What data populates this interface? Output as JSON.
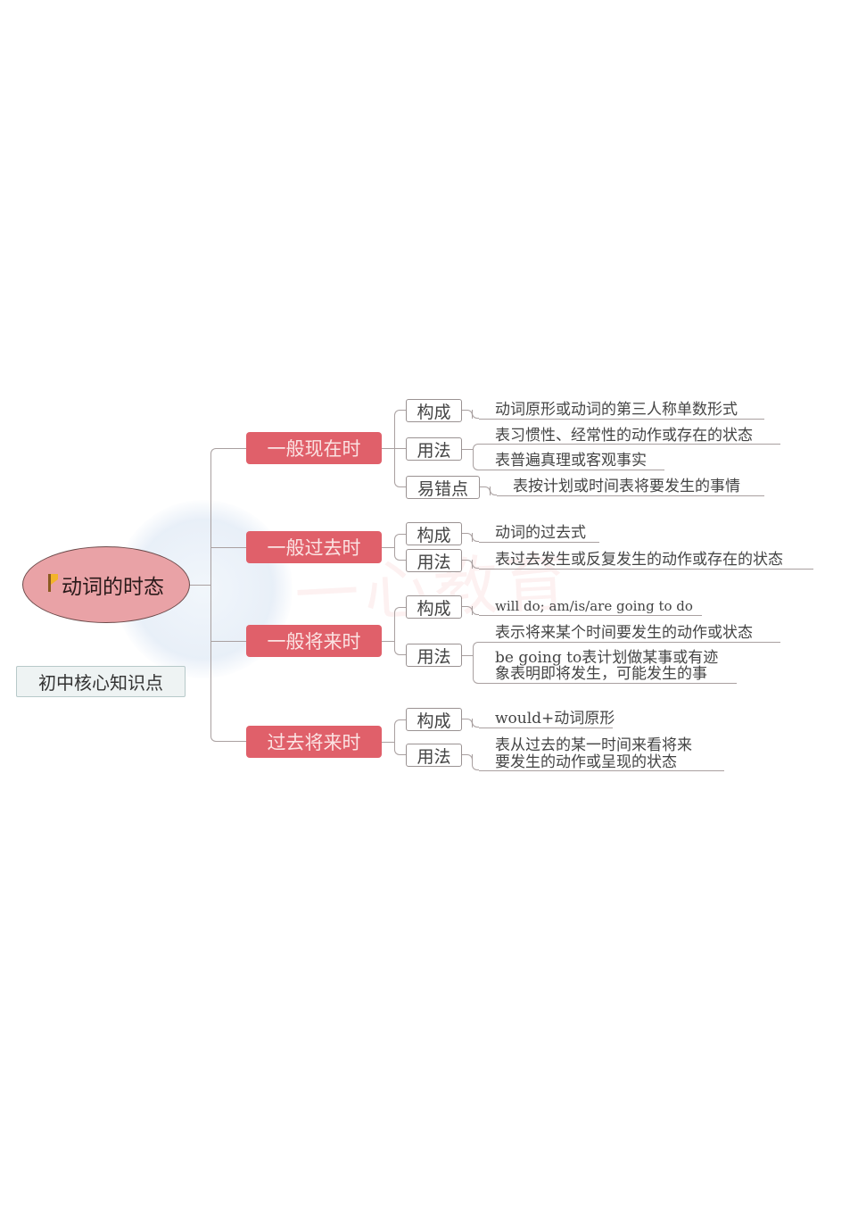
{
  "root": {
    "label": "动词的时态",
    "icon": "flag-icon"
  },
  "tag": {
    "label": "初中核心知识点"
  },
  "colors": {
    "tense_fill": "#e0606a",
    "root_fill": "#e9a2a6",
    "line": "#a9a0a0",
    "tag_fill": "#eef3f3"
  },
  "tenses": [
    {
      "label": "一般现在时",
      "branches": [
        {
          "label": "构成",
          "items": [
            "动词原形或动词的第三人称单数形式"
          ]
        },
        {
          "label": "用法",
          "items": [
            "表习惯性、经常性的动作或存在的状态",
            "表普遍真理或客观事实"
          ]
        },
        {
          "label": "易错点",
          "items": [
            "表按计划或时间表将要发生的事情"
          ]
        }
      ]
    },
    {
      "label": "一般过去时",
      "branches": [
        {
          "label": "构成",
          "items": [
            "动词的过去式"
          ]
        },
        {
          "label": "用法",
          "items": [
            "表过去发生或反复发生的动作或存在的状态"
          ]
        }
      ]
    },
    {
      "label": "一般将来时",
      "branches": [
        {
          "label": "构成",
          "items": [
            "will do; am/is/are going to do"
          ]
        },
        {
          "label": "用法",
          "items": [
            "表示将来某个时间要发生的动作或状态",
            "be going to表计划做某事或有迹",
            "象表明即将发生，可能发生的事"
          ]
        }
      ]
    },
    {
      "label": "过去将来时",
      "branches": [
        {
          "label": "构成",
          "items": [
            "would+动词原形"
          ]
        },
        {
          "label": "用法",
          "items": [
            "表从过去的某一时间来看将来",
            "要发生的动作或呈现的状态"
          ]
        }
      ]
    }
  ]
}
